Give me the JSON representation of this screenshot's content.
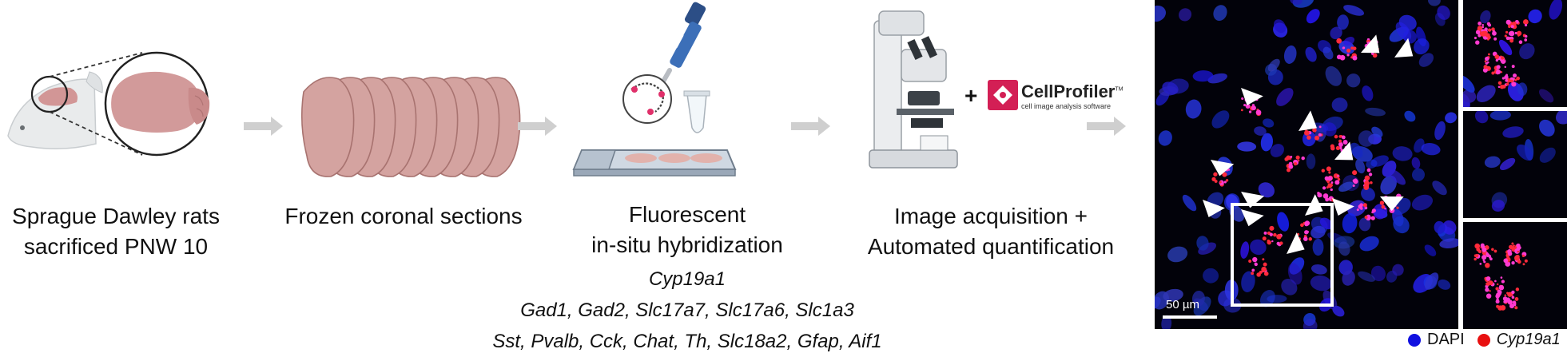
{
  "steps": [
    {
      "caption_lines": [
        "Sprague Dawley rats",
        "sacrificed PNW 10"
      ]
    },
    {
      "caption_lines": [
        "Frozen coronal sections"
      ]
    },
    {
      "caption_lines": [
        "Fluorescent",
        "in-situ hybridization"
      ]
    },
    {
      "caption_lines": [
        "Image acquisition +",
        "Automated quantification"
      ]
    }
  ],
  "gene_lines": [
    "Cyp19a1",
    "Gad1, Gad2, Slc17a7, Slc17a6, Slc1a3",
    "Sst, Pvalb, Cck, Chat, Th, Slc18a2, Gfap, Aif1"
  ],
  "software": {
    "plus": "+",
    "name": "CellProfiler",
    "tm": "TM",
    "tagline": "cell image analysis software"
  },
  "micrograph": {
    "scale_bar_label": "50 µm"
  },
  "legend": [
    {
      "label": "DAPI",
      "color": "#1010e0",
      "italic": false
    },
    {
      "label": "Cyp19a1",
      "color": "#e81010",
      "italic": true
    }
  ]
}
